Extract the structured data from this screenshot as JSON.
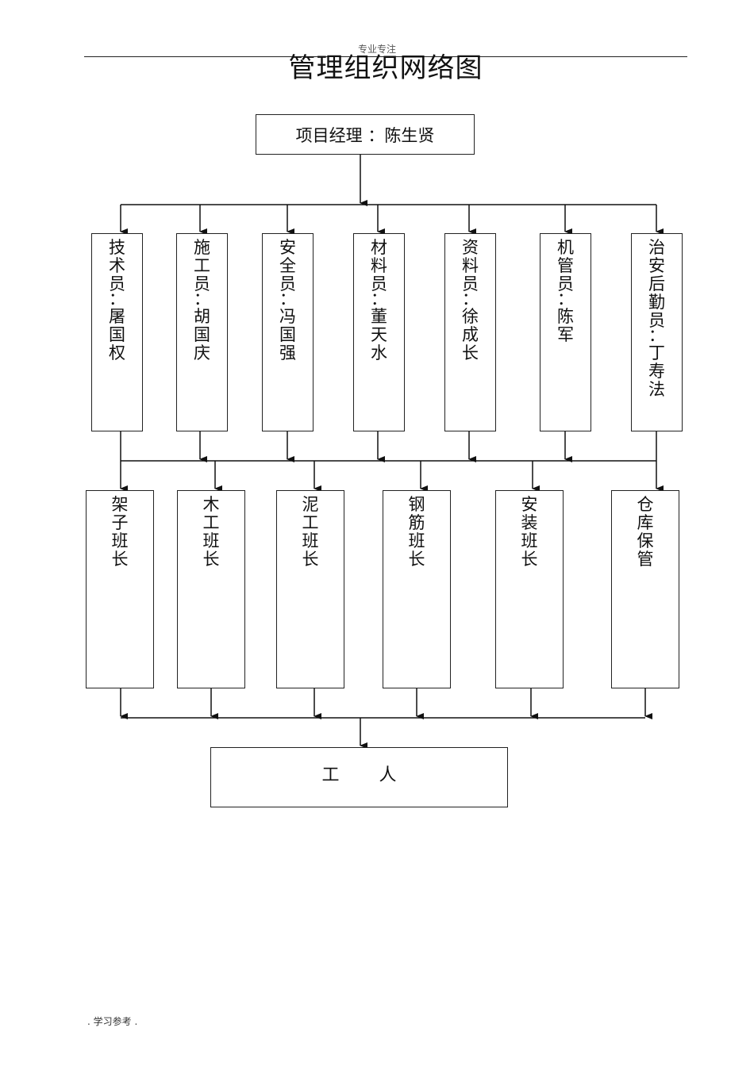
{
  "header": {
    "watermark": "专业专注",
    "title": "管理组织网络图"
  },
  "manager": {
    "label": "项目经理 ：陈生贤"
  },
  "staff": [
    {
      "label": "技术员：屠国权"
    },
    {
      "label": "施工员：胡国庆"
    },
    {
      "label": "安全员：冯国强"
    },
    {
      "label": "材料员：董天水"
    },
    {
      "label": "资料员：徐成长"
    },
    {
      "label": "机管员：陈军"
    },
    {
      "label": "治安后勤员：丁寿法"
    }
  ],
  "team_leaders": [
    {
      "label": "架子班长"
    },
    {
      "label": "木工班长"
    },
    {
      "label": "泥工班长"
    },
    {
      "label": "钢筋班长"
    },
    {
      "label": "安装班长"
    },
    {
      "label": "仓库保管"
    }
  ],
  "workers": {
    "label": "工人"
  },
  "footer": {
    "text": ".    学习参考      ."
  }
}
